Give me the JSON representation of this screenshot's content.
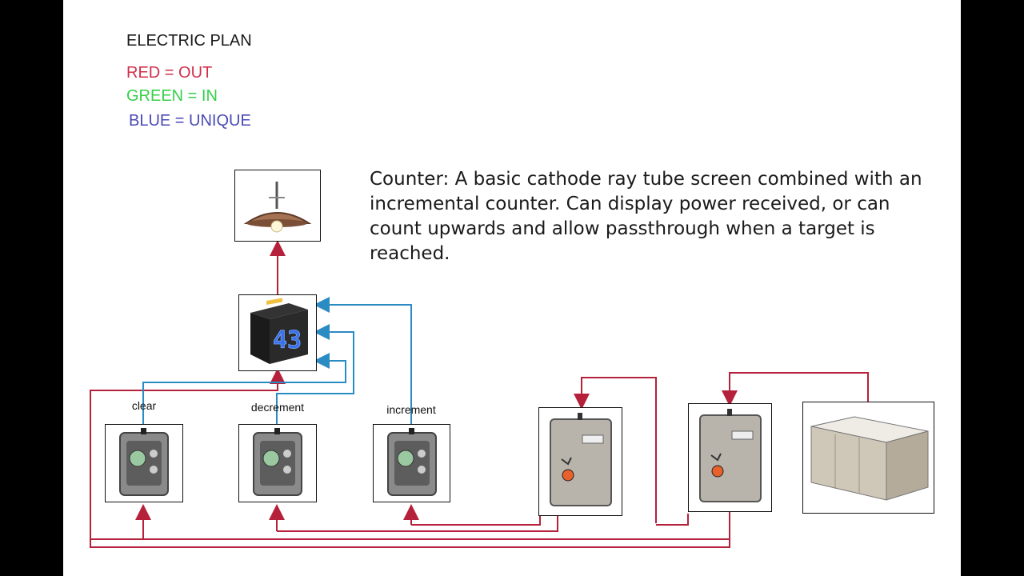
{
  "legend": {
    "title": "ELECTRIC PLAN",
    "items": [
      {
        "text": "RED = OUT",
        "color": "#d0304a"
      },
      {
        "text": "GREEN = IN",
        "color": "#35d04a"
      },
      {
        "text": "BLUE = UNIQUE",
        "color": "#4a4ab8"
      }
    ]
  },
  "description": "Counter: A basic cathode ray tube screen combined with an incremental counter. Can display power received, or can count upwards and allow passthrough when a target is reached.",
  "counter_display": "43",
  "labels": {
    "clear": "clear",
    "decrement": "decrement",
    "increment": "increment"
  },
  "colors": {
    "out_wire": "#b5213a",
    "unique_wire": "#2b8cc4"
  }
}
